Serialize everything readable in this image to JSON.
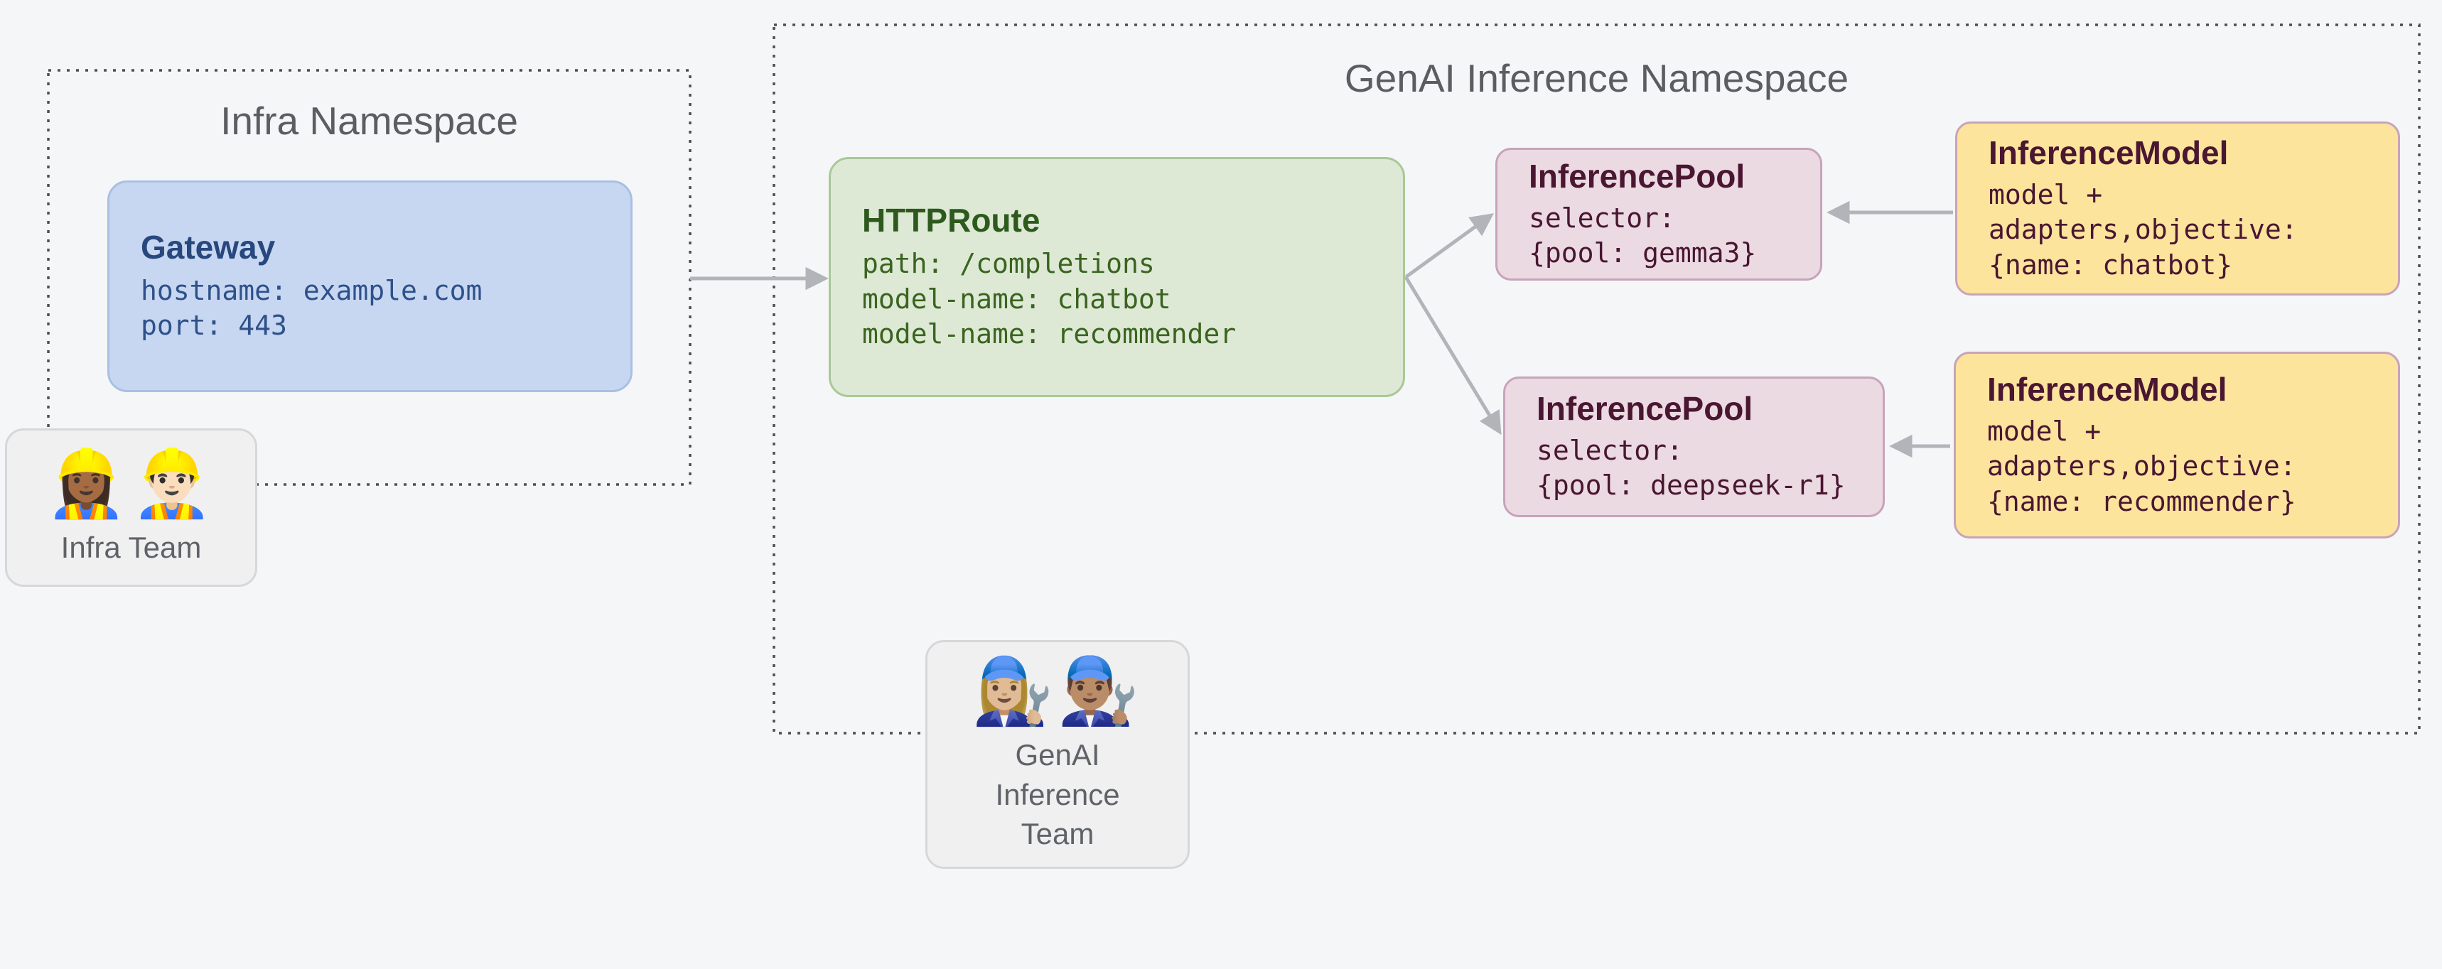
{
  "diagram": {
    "namespaces": [
      {
        "id": "infra",
        "title": "Infra Namespace"
      },
      {
        "id": "genai",
        "title": "GenAI Inference Namespace"
      }
    ],
    "nodes": {
      "gateway": {
        "title": "Gateway",
        "lines": [
          "hostname: example.com",
          "port: 443"
        ]
      },
      "httproute": {
        "title": "HTTPRoute",
        "lines": [
          "path: /completions",
          "model-name: chatbot",
          "model-name: recommender"
        ]
      },
      "pool_gemma3": {
        "title": "InferencePool",
        "lines": [
          "selector:",
          "{pool: gemma3}"
        ]
      },
      "model_chatbot": {
        "title": "InferenceModel",
        "lines": [
          "model +",
          "adapters,objective:",
          "{name: chatbot}"
        ]
      },
      "pool_deepseek": {
        "title": "InferencePool",
        "lines": [
          "selector:",
          "{pool: deepseek-r1}"
        ]
      },
      "model_recommender": {
        "title": "InferenceModel",
        "lines": [
          "model +",
          "adapters,objective:",
          "{name: recommender}"
        ]
      }
    },
    "teams": {
      "infra": {
        "emoji": "👷🏾‍♀️👷🏻‍♂️",
        "label": "Infra Team"
      },
      "genai": {
        "emoji": "👩🏼‍🔧👨🏽‍🔧",
        "label_lines": [
          "GenAI",
          "Inference",
          "Team"
        ]
      }
    },
    "colors": {
      "background": "#f5f6f8",
      "namespace-border": "#4f4f4f",
      "namespace-title": "#5a5d61",
      "arrow": "#b1b4b9",
      "gateway-fill": "#c7d7f2",
      "gateway-border": "#a9bfe3",
      "gateway-text": "#27477d",
      "gateway-body": "#2e5189",
      "route-fill": "#dde9d5",
      "route-border": "#a9c897",
      "route-text": "#2e591d",
      "route-body": "#3a641f",
      "pool-fill": "#ebdae2",
      "pool-border": "#c8a3ba",
      "model-fill": "#fce49d",
      "model-border": "#c8a3ba",
      "plum-text": "#4a1631",
      "team-fill": "#f0f0f1",
      "team-border": "#d7d7d9",
      "team-text": "#5f6368"
    }
  }
}
